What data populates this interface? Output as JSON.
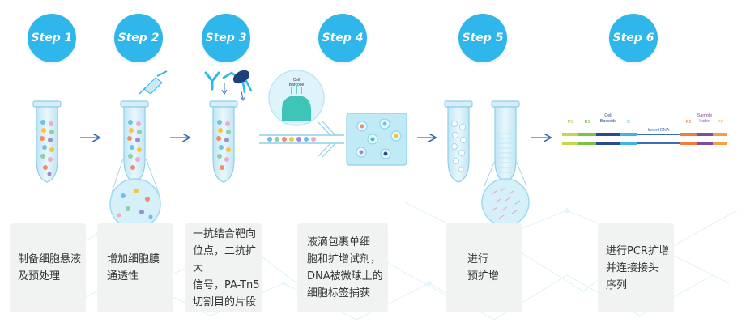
{
  "steps": [
    {
      "label": "Step 1",
      "description": "制备细胞悬液\n及预处理"
    },
    {
      "label": "Step 2",
      "description": "增加细胞膜\n通透性"
    },
    {
      "label": "Step 3",
      "description": "一抗结合靶向\n位点，二抗扩大\n信号，PA-Tn5\n切割目的片段"
    },
    {
      "label": "Step 4",
      "description": "液滴包裹单细\n胞和扩增试剂，\nDNA被微球上的\n细胞标签捕获"
    },
    {
      "label": "Step 5",
      "description": "进行\n预扩增"
    },
    {
      "label": "Step 6",
      "description": "进行PCR扩增\n并连接接头\n序列"
    }
  ],
  "construct_labels": {
    "p5": "P5",
    "r1": "R1",
    "cell_barcode": "Cell\nBarcode",
    "c": "C",
    "insert": "Insert DNA",
    "r2": "R2",
    "sample_index": "Sample\nIndex",
    "p7": "P7"
  },
  "bead_label": "Cell\nBarcode",
  "colors": {
    "badge": "#2fb6ea",
    "box": "#f1f2f2",
    "arrow": "#3b6fb5",
    "tube": "#9fd9ef",
    "p5": "#c7d64a",
    "r1": "#7dc242",
    "barcode": "#2b4b8e",
    "c": "#3bb7e3",
    "r2": "#f07c3d",
    "index": "#7b4f9d",
    "p7": "#f2a23a"
  }
}
